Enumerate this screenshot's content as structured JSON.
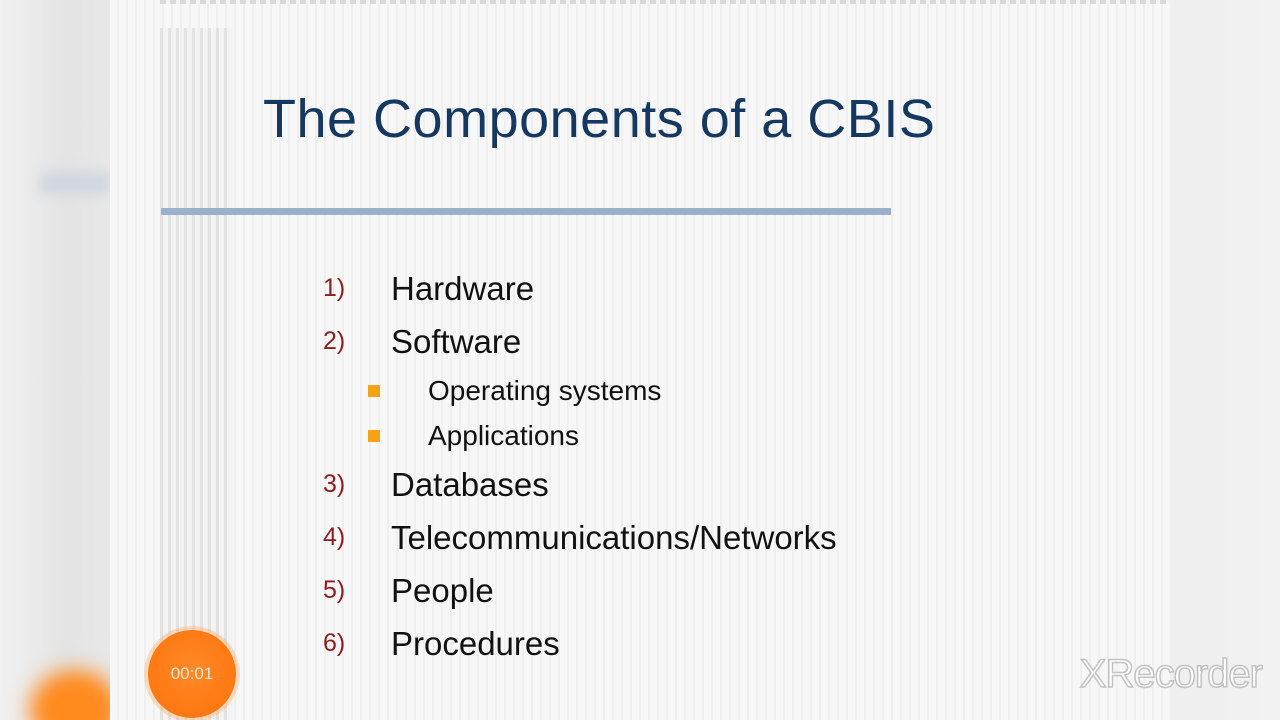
{
  "slide": {
    "title": "The Components of a CBIS",
    "items": [
      {
        "num": "1)",
        "label": "Hardware"
      },
      {
        "num": "2)",
        "label": "Software",
        "sub": [
          "Operating systems",
          "Applications"
        ]
      },
      {
        "num": "3)",
        "label": "Databases"
      },
      {
        "num": "4)",
        "label": "Telecommunications/Networks"
      },
      {
        "num": "5)",
        "label": "People"
      },
      {
        "num": "6)",
        "label": "Procedures"
      }
    ]
  },
  "recorder": {
    "elapsed": "00:01",
    "watermark": "XRecorder"
  },
  "colors": {
    "title": "#14385f",
    "rule": "#9bb1cb",
    "number": "#8b1f1f",
    "bullet": "#f5a316",
    "timer": "#ff7a14"
  }
}
